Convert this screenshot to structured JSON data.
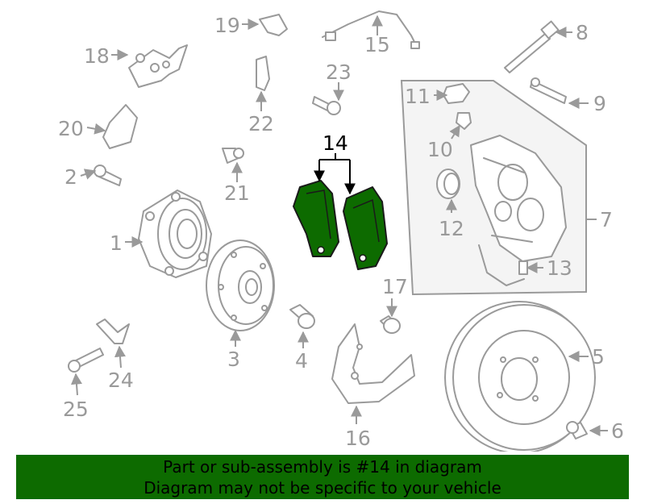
{
  "diagram": {
    "highlight_color": "#0d6b00",
    "callouts": [
      "1",
      "2",
      "3",
      "4",
      "5",
      "6",
      "7",
      "8",
      "9",
      "10",
      "11",
      "12",
      "13",
      "14",
      "15",
      "16",
      "17",
      "18",
      "19",
      "20",
      "21",
      "22",
      "23",
      "24",
      "25"
    ],
    "highlighted_callout": "14"
  },
  "banner": {
    "line1": "Part or sub-assembly is #14 in diagram",
    "line2": "Diagram may not be specific to your vehicle",
    "background": "#0d6b00"
  }
}
